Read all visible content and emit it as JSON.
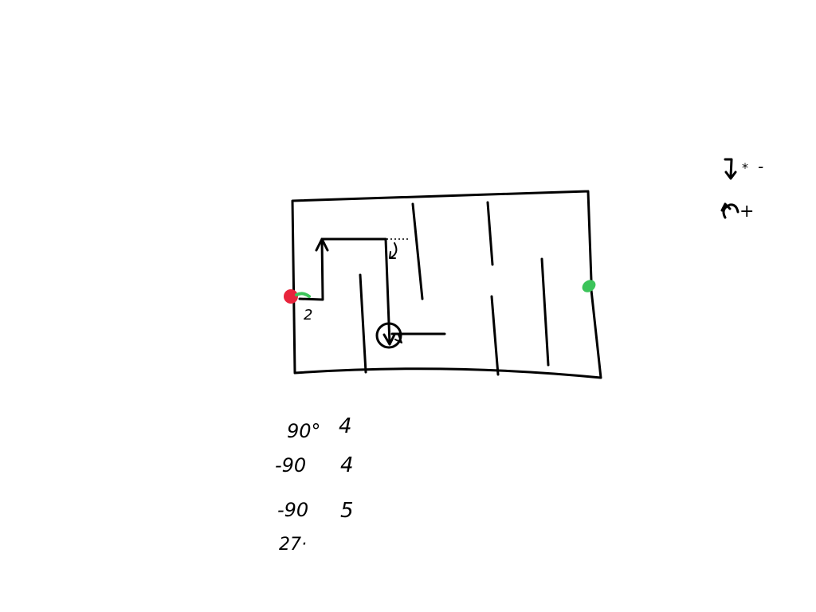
{
  "maze": {
    "start_color": "#e8243c",
    "goal_color": "#3cc45a",
    "segment_label": "2"
  },
  "legend": {
    "clockwise_sign": "-",
    "counterclockwise_sign": "+"
  },
  "commands": [
    {
      "angle": "90°",
      "distance": "4"
    },
    {
      "angle": "-90",
      "distance": "4"
    },
    {
      "angle": "-90",
      "distance": "5"
    },
    {
      "angle": "27·",
      "distance": ""
    }
  ]
}
